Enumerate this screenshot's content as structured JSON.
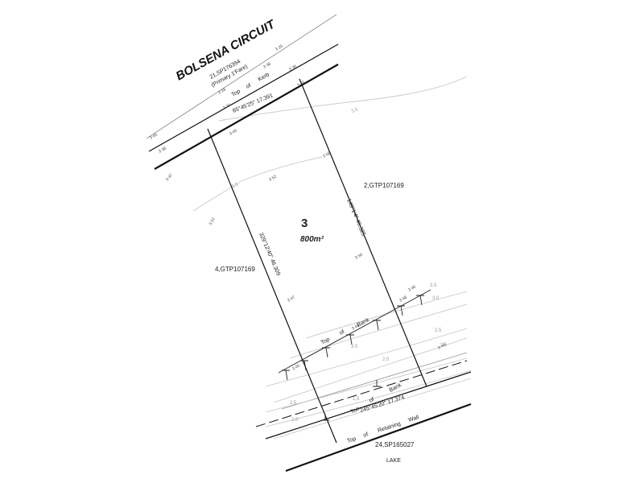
{
  "street": {
    "name": "BOLSENA CIRCUIT",
    "plan": "21,SP176394",
    "note": "(Primary 1'Fare)"
  },
  "lot": {
    "number": "3",
    "area": "800m²"
  },
  "bearings": {
    "front": "65°45'25\"  17.391",
    "east": "149°1'4\"  46.325",
    "west": "329°12'40\"  46.309",
    "rear": "245°45'20\"  17.374"
  },
  "neighbours": {
    "east": "2,GTP107169",
    "west": "4,GTP107169",
    "rear": "24,SP165027"
  },
  "features": {
    "kerb": [
      "Top",
      "of",
      "Kerb"
    ],
    "bank_top": [
      "Top",
      "of",
      "Bank"
    ],
    "bank_toe": [
      "Toe",
      "of",
      "Bank"
    ],
    "wall": [
      "Top",
      "of",
      "Retaining",
      "Wall"
    ],
    "lake": "LAKE"
  },
  "spot_levels": [
    "3·40",
    "3·38",
    "3·37",
    "3·34",
    "3·18",
    "3·25",
    "3·45",
    "3·38",
    "3·35",
    "3·46",
    "3·58",
    "3·52",
    "3·51",
    "3·55",
    "3·47",
    "3·48",
    "3·46",
    "3·46",
    "3·45",
    "3·48"
  ],
  "contours": [
    "3.5",
    "3.5",
    "3.0",
    "3.0",
    "2.5",
    "2.0",
    "1.5",
    "2.5",
    "2.0",
    "1.5",
    "3.5"
  ]
}
